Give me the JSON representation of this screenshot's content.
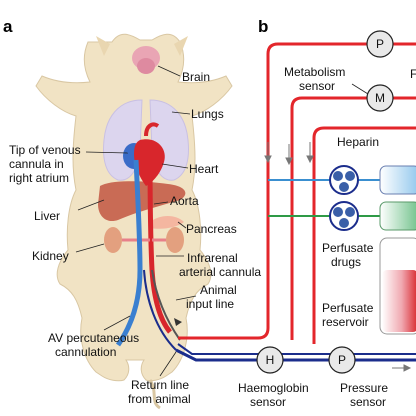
{
  "panel_a": {
    "letter": "a",
    "labels": {
      "brain": "Brain",
      "lungs": "Lungs",
      "venous_tip": [
        "Tip of venous",
        "cannula in",
        "right atrium"
      ],
      "heart": "Heart",
      "liver": "Liver",
      "aorta": "Aorta",
      "pancreas": "Pancreas",
      "kidney": "Kidney",
      "infrarenal": [
        "Infrarenal",
        "arterial cannula"
      ],
      "animal_input": [
        "Animal",
        "input line"
      ],
      "av_cannulation": [
        "AV percutaneous",
        "cannulation"
      ],
      "return_line": [
        "Return line",
        "from animal"
      ]
    }
  },
  "panel_b": {
    "letter": "b",
    "labels": {
      "metabolism_sensor": [
        "Metabolism",
        "sensor"
      ],
      "heparin": "Heparin",
      "perfusate_drugs": [
        "Perfusate",
        "drugs"
      ],
      "perfusate_reservoir": [
        "Perfusate",
        "reservoir"
      ],
      "haemoglobin_sensor": [
        "Haemoglobin",
        "sensor"
      ],
      "pressure_sensor": [
        "Pressure",
        "sensor"
      ],
      "cut_off_letter": "F"
    },
    "nodes": {
      "p_top": "P",
      "m": "M",
      "h": "H",
      "p_bottom": "P"
    }
  },
  "colors": {
    "arterial_red": "#e3262b",
    "venous_blue": "#1b2d8c",
    "drug_blue": "#3a8fd0",
    "drug_green": "#2e9a46",
    "body_tan": "#f1e3c4",
    "lung_lavender": "#dcd5ee"
  }
}
